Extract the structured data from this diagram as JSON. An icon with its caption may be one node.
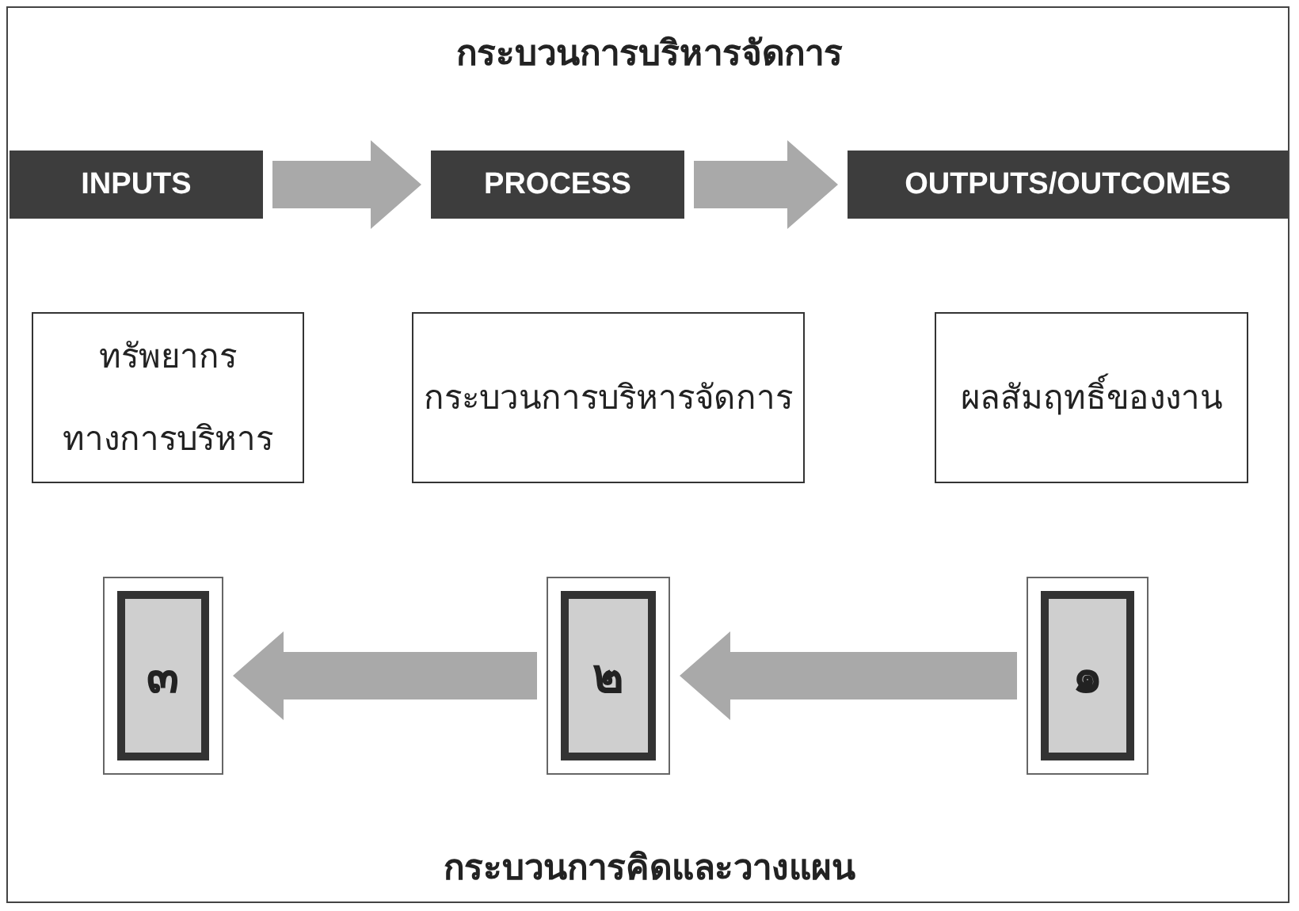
{
  "diagram": {
    "title": "กระบวนการบริหารจัดการ",
    "caption": "กระบวนการคิดและวางแผน",
    "nodes": [
      {
        "text": [
          "INPUTS"
        ]
      },
      {
        "text": [
          "PROCESS"
        ]
      },
      {
        "text": [
          "OUTPUTS/OUTCOMES"
        ]
      },
      {
        "text": [
          "ทรัพยากรทางการบริหาร"
        ]
      },
      {
        "text": [
          "กระบวนการบริหารจัดการ"
        ]
      },
      {
        "text": [
          "ผลสัมฤทธิ์ของงาน"
        ]
      },
      {
        "text": [
          "๓"
        ]
      },
      {
        "text": [
          "๒"
        ]
      },
      {
        "text": [
          "๑"
        ]
      }
    ],
    "edges": [
      {
        "from": 0,
        "to": 1,
        "arrow": "to",
        "style": "thick"
      },
      {
        "from": 1,
        "to": 2,
        "arrow": "to",
        "style": "thick"
      },
      {
        "from": 8,
        "to": 7,
        "arrow": "to",
        "style": "thick"
      },
      {
        "from": 7,
        "to": 6,
        "arrow": "to",
        "style": "thick"
      }
    ]
  }
}
